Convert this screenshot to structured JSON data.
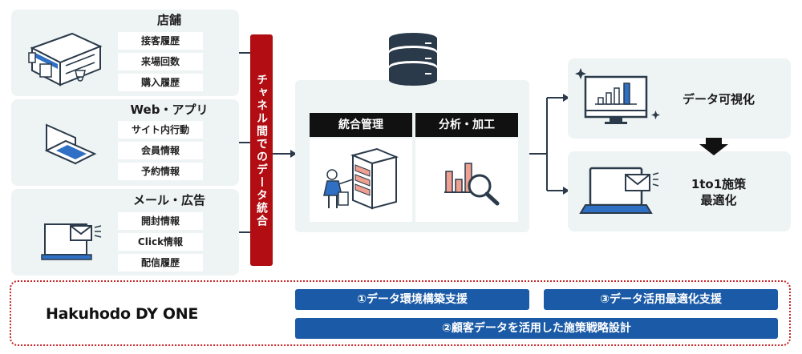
{
  "sources": [
    {
      "title": "店舗",
      "items": [
        "接客履歴",
        "来場回数",
        "購入履歴"
      ]
    },
    {
      "title": "Web・アプリ",
      "items": [
        "サイト内行動",
        "会員情報",
        "予約情報"
      ]
    },
    {
      "title": "メール・広告",
      "items": [
        "開封情報",
        "Click情報",
        "配信履歴"
      ]
    }
  ],
  "integration_label": "チャネル間でのデータ統合",
  "center": {
    "left_header": "統合管理",
    "right_header": "分析・加工"
  },
  "outputs": {
    "visualize": "データ可視化",
    "optimize_line1": "1to1施策",
    "optimize_line2": "最適化"
  },
  "footer": {
    "logo": "Hakuhodo DY ONE",
    "support1": "①データ環境構築支援",
    "support3": "③データ活用最適化支援",
    "support2": "②顧客データを活用した施策戦略設計"
  },
  "colors": {
    "red": "#b20d12",
    "blue": "#1a5aa6",
    "panel": "#eef3f3",
    "navy": "#2a3a4a",
    "accent_blue": "#2f6fc4",
    "accent_salmon": "#f0a090"
  }
}
